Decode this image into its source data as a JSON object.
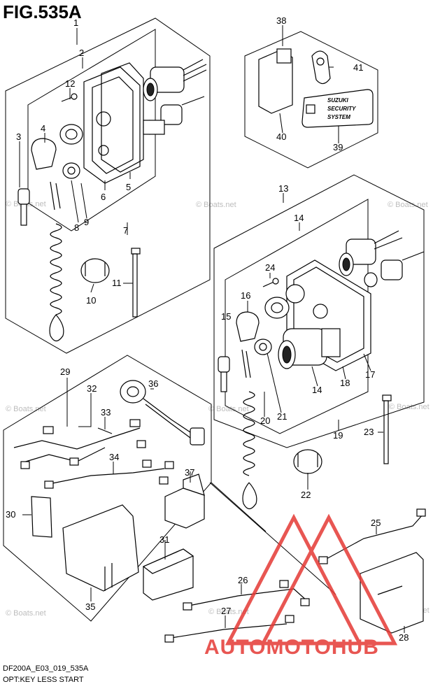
{
  "figure": {
    "title": "FIG.535A",
    "code": "DF200A_E03_019_535A",
    "caption": "OPT:KEY LESS START"
  },
  "watermark": {
    "text": "© Boats.net"
  },
  "logo": {
    "text": "AUTOMOTOHUB",
    "color": "#e53935"
  },
  "security_label": {
    "line1": "SUZUKI",
    "line2": "SECURITY",
    "line3": "SYSTEM"
  },
  "callouts": {
    "c1": "1",
    "c2": "2",
    "c3": "3",
    "c4": "4",
    "c5": "5",
    "c6": "6",
    "c7": "7",
    "c8": "8",
    "c9": "9",
    "c10": "10",
    "c11": "11",
    "c12": "12",
    "c13": "13",
    "c14a": "14",
    "c14b": "14",
    "c15": "15",
    "c16": "16",
    "c17": "17",
    "c18": "18",
    "c19": "19",
    "c20": "20",
    "c21": "21",
    "c22": "22",
    "c23": "23",
    "c24": "24",
    "c25": "25",
    "c26": "26",
    "c27": "27",
    "c28": "28",
    "c29": "29",
    "c30": "30",
    "c31": "31",
    "c32": "32",
    "c33": "33",
    "c34": "34",
    "c35": "35",
    "c36": "36",
    "c37": "37",
    "c38": "38",
    "c39": "39",
    "c40": "40",
    "c41": "41"
  }
}
